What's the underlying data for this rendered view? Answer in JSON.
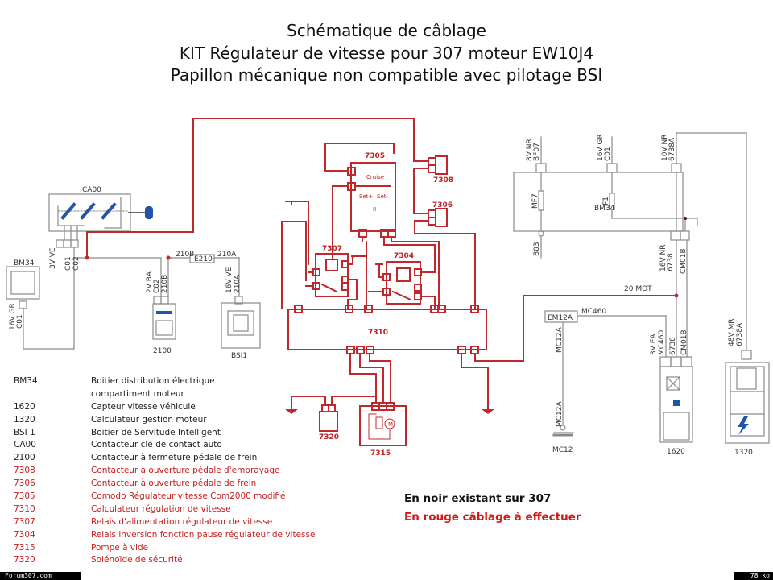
{
  "title": {
    "line1": "Schématique de câblage",
    "line2": "KIT Régulateur de vitesse  pour 307 moteur EW10J4",
    "line3": "Papillon mécanique non compatible avec pilotage BSI"
  },
  "colors": {
    "existing_wire": "#8a8a8a",
    "new_wire": "#c0282d",
    "accent_blue": "#2255aa"
  },
  "components": {
    "ca00": "CA00",
    "bm34_left": "BM34",
    "bm34_right": "BM34",
    "c2100": "2100",
    "bsi1": "BSI1",
    "c7305": "7305",
    "c7308": "7308",
    "c7306": "7306",
    "c7307": "7307",
    "c7304": "7304",
    "c7310": "7310",
    "c7320": "7320",
    "c7315": "7315",
    "c1620": "1620",
    "c1320": "1320",
    "mc12": "MC12",
    "em12a": "EM12A",
    "e210": "E210",
    "fuse_mf7": "MF7",
    "fuse_f1": "F1",
    "cruise_label": "Cruise",
    "set_plus": "Set+",
    "set_minus": "Set-",
    "pause": "II",
    "motor": "M"
  },
  "wire_labels": {
    "ca00_conn": "3V VE",
    "ca00_c01": "C01",
    "ca00_c02": "C02",
    "bm34_left_wire": "16V GR",
    "bm34_left_c01": "C01",
    "c2100_conn": "2V BA",
    "c2100_c02": "C02",
    "c2100_210b": "210B",
    "w210b": "210B",
    "w210a": "210A",
    "bsi_conn": "16V VE",
    "bsi_210a": "210A",
    "bm34_7": "8V NR",
    "bm34_bf07": "BF07",
    "bm34_9": "16V GR",
    "bm34_c01": "C01",
    "bm34_2": "10V NR",
    "bm34_6738a": "6738A",
    "bm34_out": "16V NR",
    "bm34_6738": "6738",
    "bm34_cm01b": "CM01B",
    "b03": "B03",
    "mot20": "20 MOT",
    "mc460": "MC460",
    "mc12a_top": "MC12A",
    "mc12a_bottom": "MC12A",
    "c1620_conn": "3V EA",
    "c1620_mc460": "MC460",
    "c1620_6738": "6738",
    "c1620_cm01b": "CM01B",
    "c1320_conn": "48V MR",
    "c1320_6738a": "6738A"
  },
  "legend": [
    {
      "code": "BM34",
      "desc": "Boitier distribution électrique",
      "color": "black"
    },
    {
      "code": "",
      "desc": "compartiment moteur",
      "color": "black"
    },
    {
      "code": "1620",
      "desc": "Capteur vitesse véhicule",
      "color": "black"
    },
    {
      "code": "1320",
      "desc": " Calculateur gestion moteur",
      "color": "black"
    },
    {
      "code": "BSI 1",
      "desc": "Boitier de Servitude Intelligent",
      "color": "black"
    },
    {
      "code": "CA00",
      "desc": "Contacteur clé de contact auto",
      "color": "black"
    },
    {
      "code": "2100",
      "desc": "Contacteur à fermeture pédale de frein",
      "color": "black"
    },
    {
      "code": "7308",
      "desc": "Contacteur à ouverture pédale d'embrayage",
      "color": "red"
    },
    {
      "code": "7306",
      "desc": "Contacteur à ouverture pédale de frein",
      "color": "red"
    },
    {
      "code": "7305",
      "desc": "Comodo  Régulateur vitesse Com2000 modifié",
      "color": "red"
    },
    {
      "code": "7310",
      "desc": "Calculateur régulation de vitesse",
      "color": "red"
    },
    {
      "code": "7307",
      "desc": "Relais d'alimentation  régulateur de vitesse",
      "color": "red"
    },
    {
      "code": "7304",
      "desc": "Relais inversion fonction pause régulateur de vitesse",
      "color": "red"
    },
    {
      "code": "7315",
      "desc": "Pompe à vide",
      "color": "red"
    },
    {
      "code": "7320",
      "desc": "Solénoïde de sécurité",
      "color": "red"
    }
  ],
  "notes": {
    "existing": "En noir existant sur 307",
    "to_do": "En rouge câblage à effectuer"
  },
  "footer": {
    "site": "Forum307.com",
    "size": "78 ko"
  }
}
